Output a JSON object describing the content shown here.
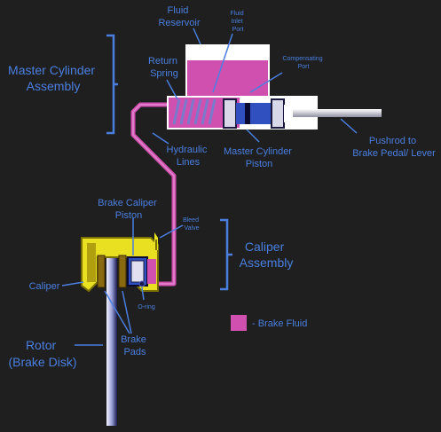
{
  "labels": {
    "fluid_reservoir": [
      "Fluid",
      "Reservoir"
    ],
    "fluid_inlet_port": [
      "Fluid",
      "Inlet",
      "Port"
    ],
    "compensating_port": [
      "Compensating",
      "Port"
    ],
    "return_spring": [
      "Return",
      "Spring"
    ],
    "master_cylinder_assembly": [
      "Master Cylinder",
      "Assembly"
    ],
    "master_cylinder_piston": [
      "Master Cylinder",
      "Piston"
    ],
    "pushrod": [
      "Pushrod to",
      "Brake Pedal/ Lever"
    ],
    "hydraulic_lines": [
      "Hydraulic",
      "Lines"
    ],
    "brake_caliper_piston": [
      "Brake Caliper",
      "Piston"
    ],
    "bleed_valve": [
      "Bleed",
      "Valve"
    ],
    "caliper_assembly": [
      "Caliper",
      "Assembly"
    ],
    "caliper": "Caliper",
    "o_ring": "O-ring",
    "brake_pads": [
      "Brake",
      "Pads"
    ],
    "rotor": [
      "Rotor",
      "(Brake Disk)"
    ]
  },
  "legend": {
    "brake_fluid": "- Brake Fluid"
  },
  "colors": {
    "label": "#4a7fe0",
    "fluid": "#d050b0",
    "caliper": "#e8e020",
    "background": "#1f1f1f"
  }
}
